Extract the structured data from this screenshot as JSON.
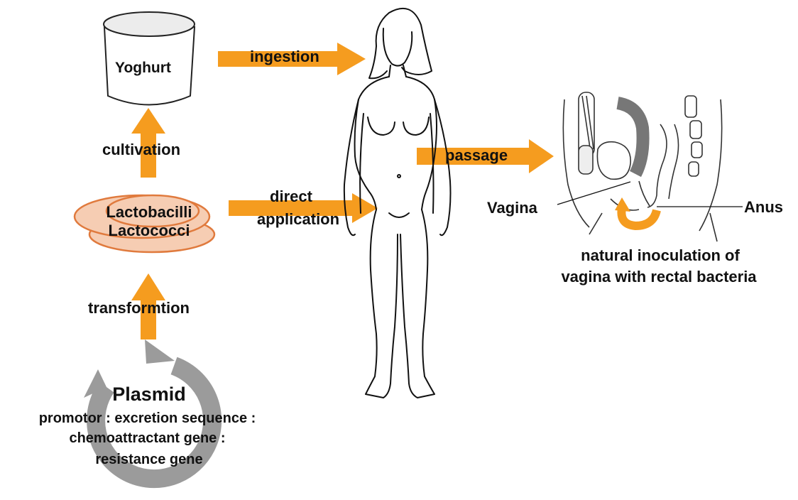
{
  "colors": {
    "arrow": "#f59c1f",
    "dish_fill": "#f6cdb3",
    "dish_stroke": "#e07a3d",
    "plasmid": "#9b9b9b",
    "outline": "#111111"
  },
  "icons": [
    "yoghurt-cup",
    "culture-dish",
    "plasmid-ring",
    "human-figure",
    "pelvis-anatomy"
  ],
  "labels": {
    "yoghurt": "Yoghurt",
    "ingestion": "ingestion",
    "cultivation": "cultivation",
    "bacteria_line1": "Lactobacilli",
    "bacteria_line2": "Lactococci",
    "direct_application_line1": "direct",
    "direct_application_line2": "application",
    "transformation": "transformtion",
    "passage": "passage",
    "vagina": "Vagina",
    "anus": "Anus",
    "inoculation_line1": "natural inoculation of",
    "inoculation_line2": "vagina with rectal bacteria",
    "plasmid_title": "Plasmid",
    "plasmid_line1": "promotor : excretion sequence :",
    "plasmid_line2": "chemoattractant gene :",
    "plasmid_line3": "resistance gene"
  }
}
